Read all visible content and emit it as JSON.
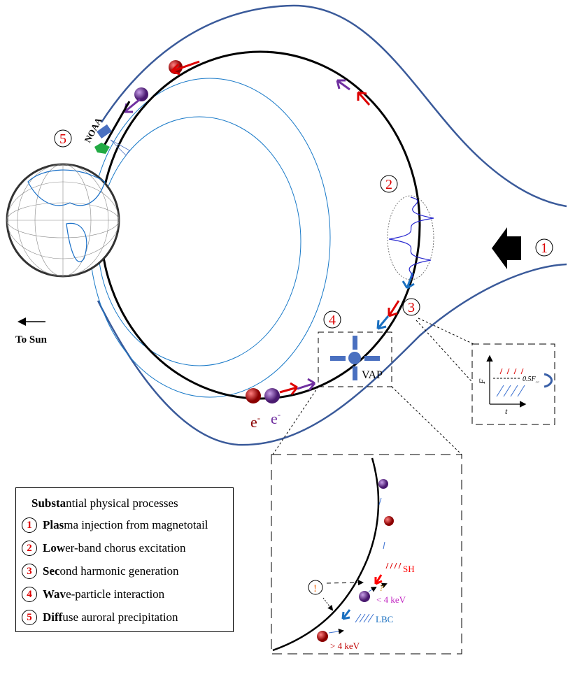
{
  "labels": {
    "to_sun": "To Sun",
    "vap": "VAP",
    "noaa": "NOAA",
    "electron_1": "e",
    "electron_2": "e",
    "electron_sup": "-",
    "p1": "1",
    "p2": "2",
    "p3": "3",
    "p4": "4",
    "p5": "5"
  },
  "inset_spectrum": {
    "y_axis": "F",
    "x_axis": "t",
    "threshold": "0.5F",
    "threshold_sub": "ce"
  },
  "zoom_inset": {
    "sh": "SH",
    "lbc": "LBC",
    "low_energy": "< 4 keV",
    "high_energy": "> 4 keV",
    "alert": "!",
    "question": "?"
  },
  "legend": {
    "title_bold": "Substa",
    "title_rest": "ntial physical processes",
    "items": [
      {
        "num": "1",
        "bold": "Plas",
        "rest": "ma injection from magnetotail"
      },
      {
        "num": "2",
        "bold": "Low",
        "rest": "er-band chorus excitation"
      },
      {
        "num": "3",
        "bold": "Sec",
        "rest": "ond harmonic generation"
      },
      {
        "num": "4",
        "bold": "Wav",
        "rest": "e-particle interaction"
      },
      {
        "num": "5",
        "bold": "Diff",
        "rest": "use auroral precipitation"
      }
    ]
  },
  "colors": {
    "boundary": "#3a5a9a",
    "field": "#1a7ac8",
    "red": "#d00000",
    "purple": "#7030a0",
    "chorus": "#1a70c0"
  }
}
